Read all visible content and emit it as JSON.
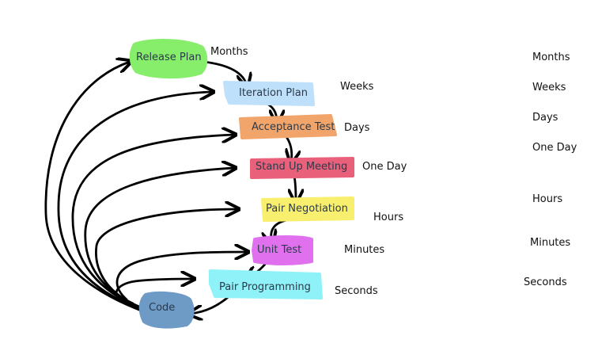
{
  "nodes": [
    {
      "id": "release-plan",
      "label": "Release Plan",
      "color": "#86ee6a",
      "time": "Months"
    },
    {
      "id": "iteration-plan",
      "label": "Iteration Plan",
      "color": "#bfe0fa",
      "time": "Weeks"
    },
    {
      "id": "acceptance-test",
      "label": "Acceptance Test",
      "color": "#f2a56a",
      "time": "Days"
    },
    {
      "id": "stand-up-meeting",
      "label": "Stand Up Meeting",
      "color": "#e8607a",
      "time": "One Day"
    },
    {
      "id": "pair-negotiation",
      "label": "Pair Negotiation",
      "color": "#f8ef6e",
      "time": "Hours"
    },
    {
      "id": "unit-test",
      "label": "Unit Test",
      "color": "#e070ee",
      "time": "Minutes"
    },
    {
      "id": "pair-programming",
      "label": "Pair Programming",
      "color": "#8ef2f8",
      "time": "Seconds"
    },
    {
      "id": "code",
      "label": "Code",
      "color": "#6e9ac6"
    }
  ],
  "scale": [
    "Months",
    "Weeks",
    "Days",
    "One Day",
    "Hours",
    "Minutes",
    "Seconds"
  ]
}
